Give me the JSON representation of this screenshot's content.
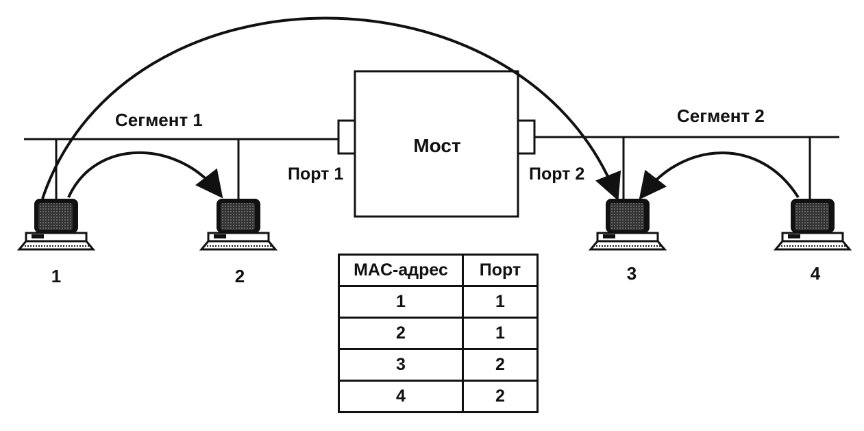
{
  "segments": {
    "segment1": "Сегмент 1",
    "segment2": "Сегмент 2"
  },
  "bridge": {
    "label": "Мост",
    "port1": "Порт 1",
    "port2": "Порт 2"
  },
  "stations": [
    "1",
    "2",
    "3",
    "4"
  ],
  "mac_table": {
    "headers": [
      "MAC-адрес",
      "Порт"
    ],
    "rows": [
      [
        "1",
        "1"
      ],
      [
        "2",
        "1"
      ],
      [
        "3",
        "2"
      ],
      [
        "4",
        "2"
      ]
    ]
  }
}
